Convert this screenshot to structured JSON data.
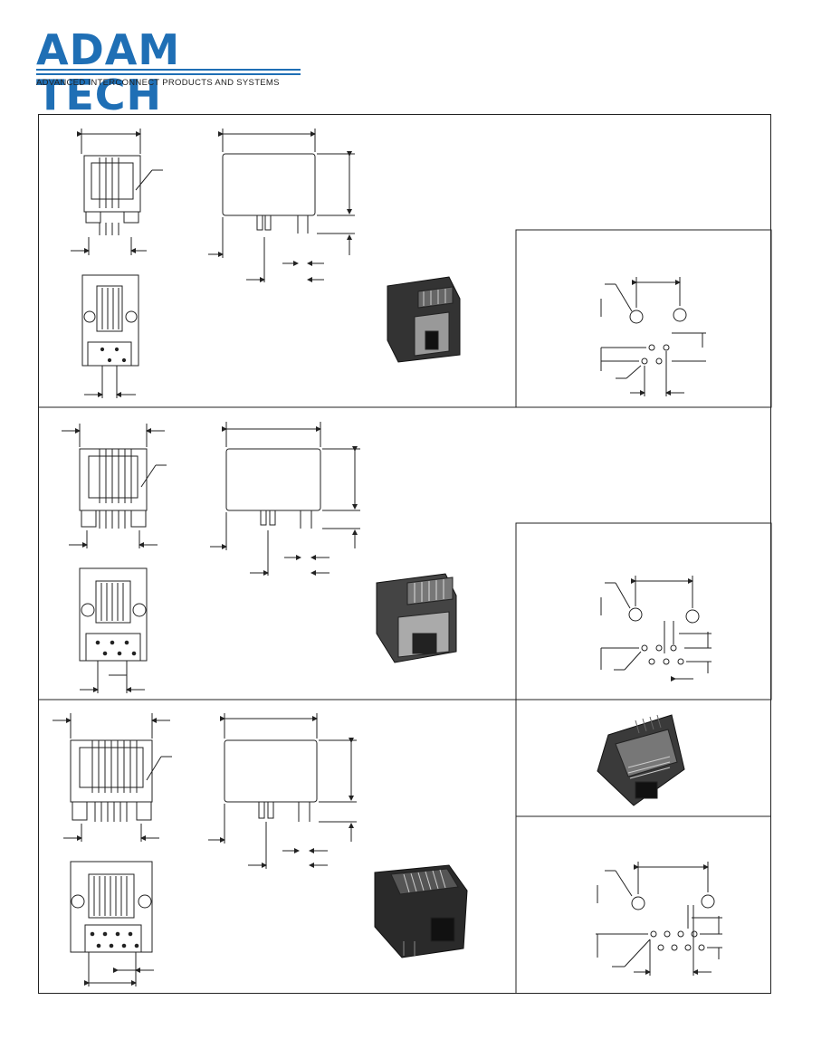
{
  "header": {
    "brand_name": "ADAM TECH",
    "tagline": "ADVANCED INTERCONNECT PRODUCTS AND SYSTEMS",
    "brand_color": "#1f6fb5"
  },
  "sections": [
    {
      "name": "jack-4-position",
      "contacts": 4
    },
    {
      "name": "jack-6-position",
      "contacts": 6
    },
    {
      "name": "jack-8-position",
      "contacts": 8
    }
  ]
}
